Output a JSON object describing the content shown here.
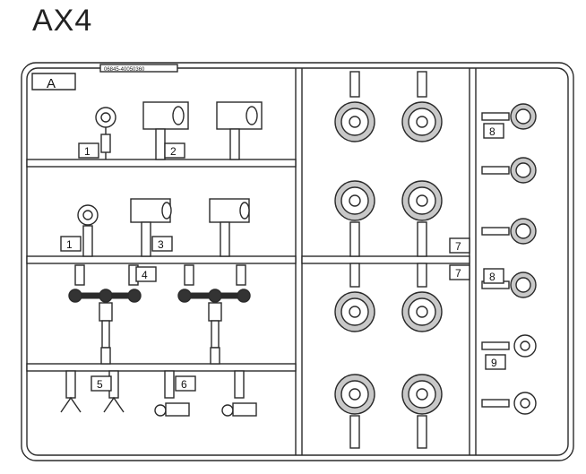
{
  "title": "AX4",
  "sprue": {
    "letter": "A",
    "code": "06845-40050360"
  },
  "labels": {
    "l1a": "1",
    "l2": "2",
    "l1b": "1",
    "l3": "3",
    "l4": "4",
    "l5": "5",
    "l6": "6",
    "l7a": "7",
    "l7b": "7",
    "l8a": "8",
    "l8b": "8",
    "l9": "9"
  },
  "colors": {
    "stroke": "#2a2a2a",
    "wheel_fill": "#c8c8c8",
    "part_fill": "#ffffff"
  }
}
